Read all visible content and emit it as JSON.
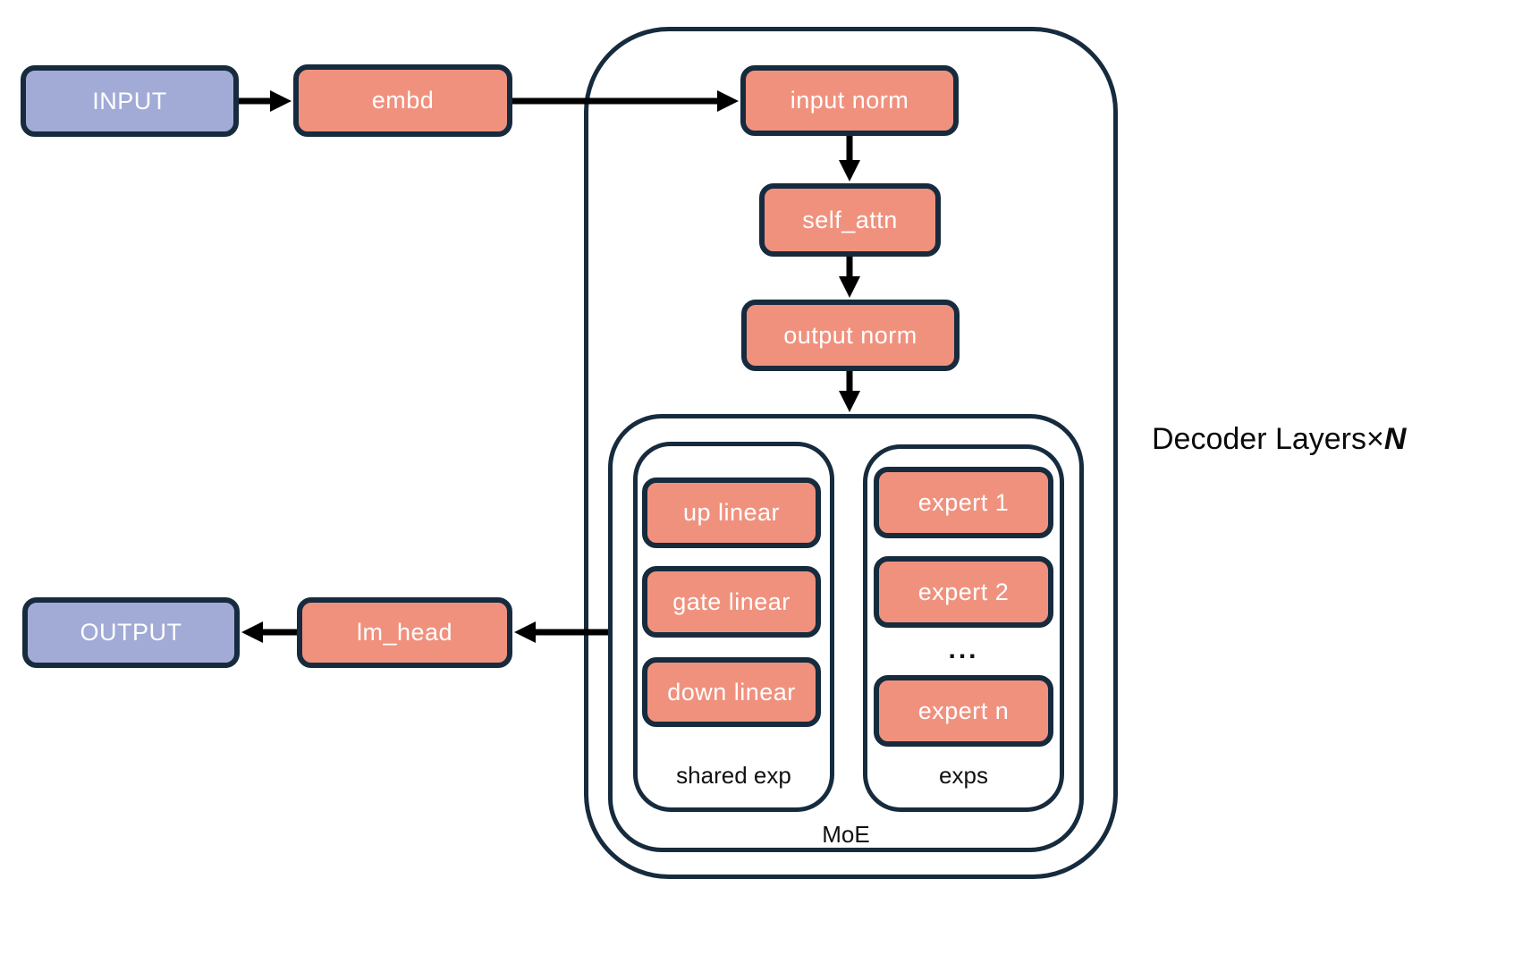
{
  "diagram": {
    "io": {
      "input": "INPUT",
      "output": "OUTPUT"
    },
    "pipeline": {
      "embd": "embd",
      "lm_head": "lm_head"
    },
    "decoder": {
      "label_prefix": "Decoder Layers",
      "label_times": "×",
      "label_n": "N",
      "input_norm": "input norm",
      "self_attn": "self_attn",
      "output_norm": "output norm",
      "moe": {
        "label": "MoE",
        "shared_exp": {
          "label": "shared exp",
          "items": [
            "up linear",
            "gate linear",
            "down linear"
          ]
        },
        "exps": {
          "label": "exps",
          "items": [
            "expert 1",
            "expert 2",
            "expert n"
          ],
          "ellipsis": "..."
        }
      }
    },
    "colors": {
      "module_fill": "#F0917E",
      "io_fill": "#A2ABD6",
      "outline": "#162B3D",
      "arrow": "#000000",
      "text_on_module": "#FFFFFF",
      "container_text": "#111111"
    }
  }
}
